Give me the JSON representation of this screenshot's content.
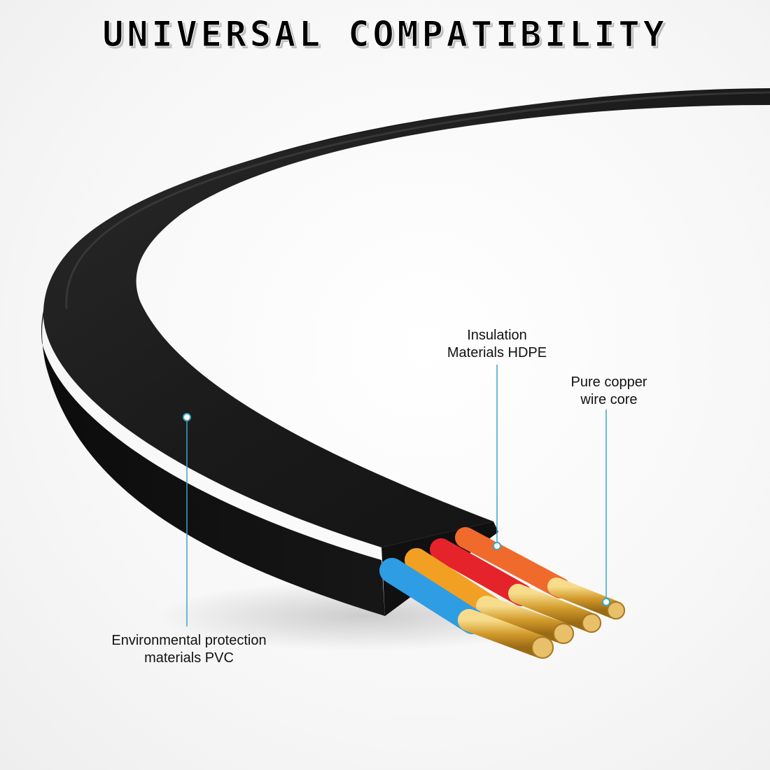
{
  "headline": "UNIVERSAL COMPATIBILITY",
  "callouts": {
    "insulation": {
      "line1": "Insulation",
      "line2": "Materials HDPE"
    },
    "copper": {
      "line1": "Pure copper",
      "line2": "wire core"
    },
    "pvc": {
      "line1": "Environmental protection",
      "line2": "materials PVC"
    }
  },
  "colors": {
    "cable_jacket": "#1b1b1b",
    "leader_line": "#3aa6c9",
    "wire_blue": "#2f9de3",
    "wire_yellow": "#f2a024",
    "wire_red": "#e5232a",
    "wire_orange": "#f06a2c",
    "copper": "#d9a93d"
  }
}
